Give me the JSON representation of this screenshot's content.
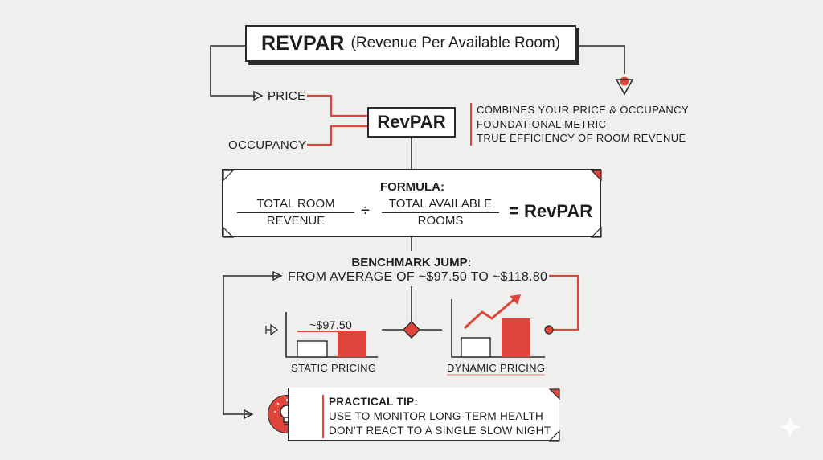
{
  "title": {
    "main": "REVPAR",
    "sub": "(Revenue Per Available Room)"
  },
  "inputs": {
    "price": "PRICE",
    "occupancy": "OCCUPANCY"
  },
  "center": "RevPAR",
  "facts": [
    "COMBINES YOUR PRICE & OCCUPANCY",
    "FOUNDATIONAL METRIC",
    "TRUE EFFICIENCY OF ROOM REVENUE"
  ],
  "formula": {
    "title": "FORMULA:",
    "num1": "TOTAL ROOM",
    "den1": "REVENUE",
    "op": "÷",
    "num2": "TOTAL AVAILABLE",
    "den2": "ROOMS",
    "result": "= RevPAR"
  },
  "benchmark": {
    "title": "BENCHMARK JUMP:",
    "subtitle": "FROM AVERAGE OF ~$97.50 TO ~$118.80",
    "static_value_label": "~$97.50",
    "static_caption": "STATIC PRICING",
    "dynamic_caption": "DYNAMIC PRICING",
    "static_value": 97.5,
    "dynamic_value": 118.8
  },
  "tip": {
    "title": "PRACTICAL TIP:",
    "lines": [
      "USE TO MONITOR LONG-TERM HEALTH",
      "DON’T REACT TO A SINGLE SLOW NIGHT"
    ]
  },
  "colors": {
    "accent": "#e0453b",
    "ink": "#2a2a2a",
    "background": "#efefed"
  },
  "icons": {
    "tip": "lightbulb-icon",
    "watermark": "sparkle-icon"
  }
}
